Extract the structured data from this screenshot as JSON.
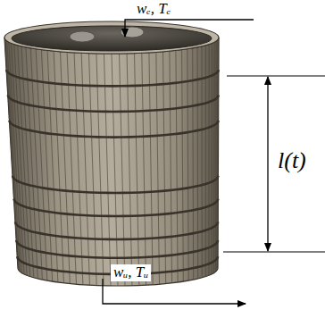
{
  "diagram": {
    "labels": [
      "wₑ, Tₑ",
      "l(t)",
      "wᵤ, Tᵤ"
    ]
  }
}
